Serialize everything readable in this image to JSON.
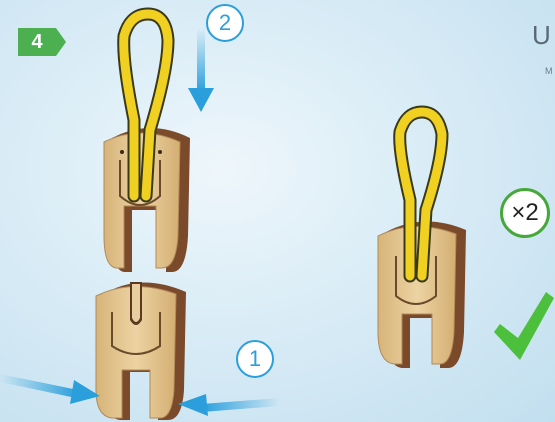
{
  "step": {
    "number": "4"
  },
  "callouts": {
    "first": "1",
    "second": "2"
  },
  "quantity": {
    "label": "×2"
  },
  "brand": {
    "name": "U",
    "sub": "M"
  },
  "colors": {
    "step_badge": "#4caf50",
    "arrow_blue": "#2a9fdc",
    "strap_yellow": "#f0d020",
    "wood_face": "#e2c28c",
    "wood_edge": "#7a4a2a",
    "check_green": "#4cc03c"
  },
  "icons": {
    "step": "step-arrow-badge",
    "arrow": "push-arrow-icon",
    "check": "checkmark-icon"
  }
}
